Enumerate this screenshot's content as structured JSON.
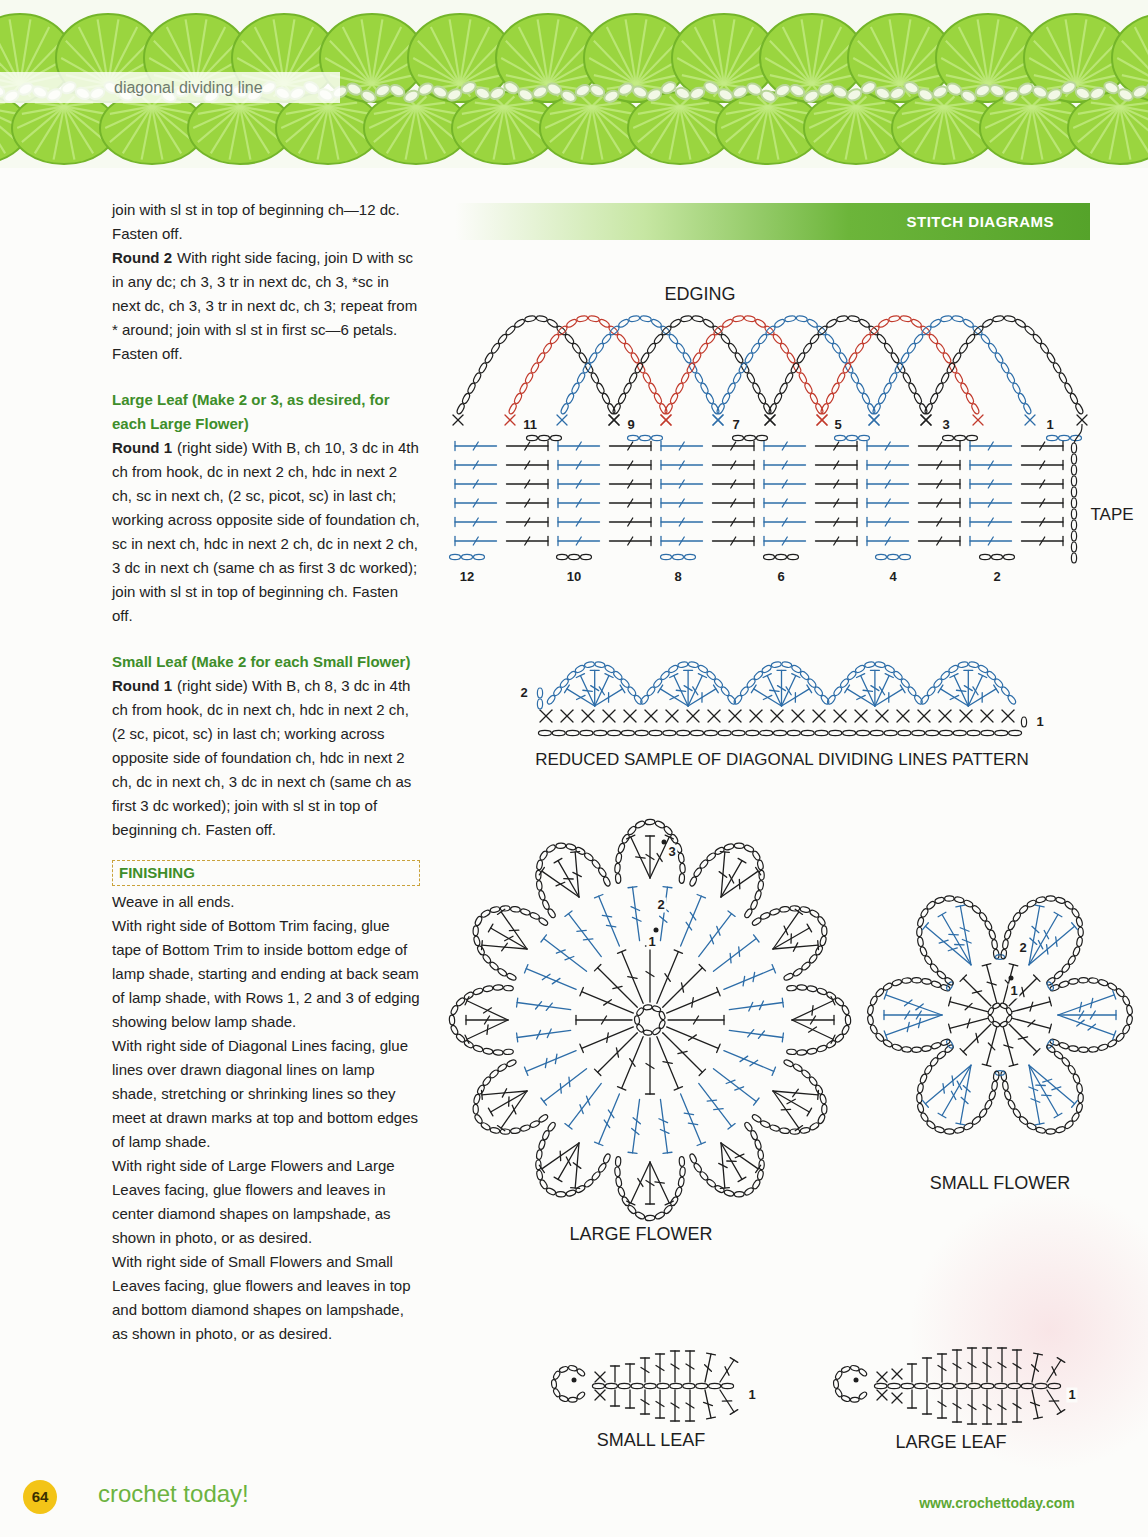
{
  "diagram": {
    "nodes": [
      {
        "text": [
          "STITCH DIAGRAMS"
        ]
      },
      {
        "text": [
          "FINISHING"
        ]
      }
    ],
    "labels": [
      "diagonal dividing line",
      "join with sl st in top of beginning ch—12 dc. Fasten off.",
      "Round 2",
      "With right side facing, join D with sc in any dc; ch 3, 3 tr in next dc, ch 3, *sc in next dc, ch 3, 3 tr in next dc, ch 3; repeat from * around; join with sl st in first sc—6 petals. Fasten off.",
      "Large Leaf (Make 2 or 3, as desired, for each Large Flower)",
      "Round 1",
      "(right side) With B, ch 10, 3 dc in 4th ch from hook, dc in next 2 ch, hdc in next 2 ch, sc in next ch, (2 sc, picot, sc) in last ch; working across opposite side of foundation ch, sc in next ch, hdc in next 2 ch, dc in next 2 ch, 3 dc in next ch (same ch as first 3 dc worked); join with sl st in top of beginning ch. Fasten off.",
      "Small Leaf (Make 2 for each Small Flower)",
      "Round 1",
      "(right side) With B, ch 8, 3 dc in 4th ch from hook, dc in next ch, hdc in next 2 ch, (2 sc, picot, sc) in last ch; working across opposite side of foundation ch, hdc in next 2 ch, dc in next ch, 3 dc in next ch (same ch as first 3 dc worked); join with sl st in top of beginning ch. Fasten off.",
      "Weave in all ends.",
      "With right side of Bottom Trim facing, glue tape of Bottom Trim to inside bottom edge of lamp shade, starting and ending at back seam of lamp shade, with Rows 1, 2 and 3 of edging showing below lamp shade.",
      "With right side of Diagonal Lines facing, glue lines over drawn diagonal lines on lamp shade, stretching or shrinking lines so they meet at drawn marks at top and bottom edges of lamp shade.",
      "With right side of Large Flowers and Large Leaves facing, glue flowers and leaves in center diamond shapes on lampshade, as shown in photo, or as desired.",
      "With right side of Small Flowers and Small Leaves facing, glue flowers and leaves in top and bottom diamond shapes on lampshade, as shown in photo, or as desired.",
      "EDGING",
      "11",
      "9",
      "7",
      "5",
      "3",
      "1",
      "12",
      "10",
      "8",
      "6",
      "4",
      "2",
      "TAPE",
      "2",
      "1",
      "REDUCED SAMPLE OF DIAGONAL DIVIDING LINES PATTERN",
      "3",
      "2",
      "1",
      "LARGE FLOWER",
      "2",
      "1",
      "SMALL FLOWER",
      "1",
      "SMALL LEAF",
      "1",
      "LARGE LEAF",
      "64",
      "crochet today!",
      "www.crochettoday.com"
    ]
  }
}
